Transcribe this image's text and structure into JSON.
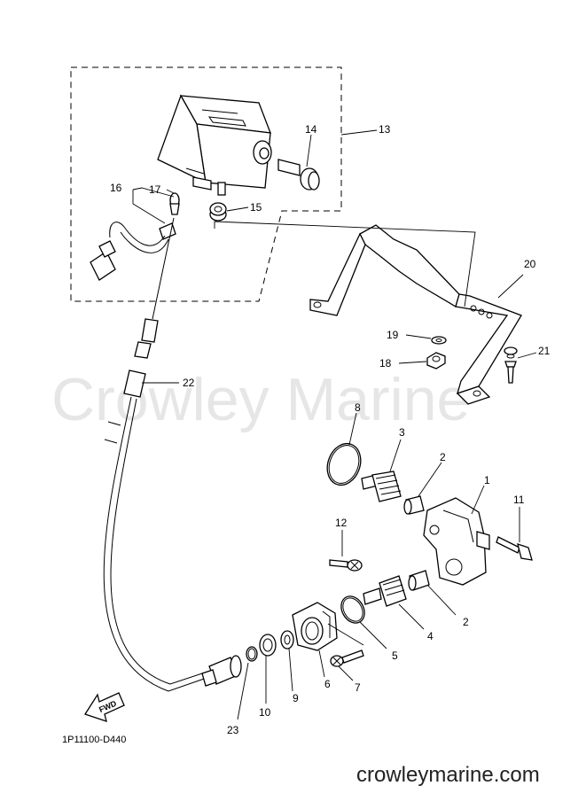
{
  "watermark": "Crowley Marine",
  "diagram_code": "1P11100-D440",
  "website": "crowleymarine.com",
  "fwd_label": "FWD",
  "callouts": {
    "c1": "1",
    "c2a": "2",
    "c2b": "2",
    "c3": "3",
    "c4": "4",
    "c5": "5",
    "c6": "6",
    "c7": "7",
    "c8": "8",
    "c9": "9",
    "c10": "10",
    "c11": "11",
    "c12": "12",
    "c13": "13",
    "c14": "14",
    "c15": "15",
    "c16": "16",
    "c17": "17",
    "c18": "18",
    "c19": "19",
    "c20": "20",
    "c21": "21",
    "c22": "22",
    "c23": "23"
  }
}
